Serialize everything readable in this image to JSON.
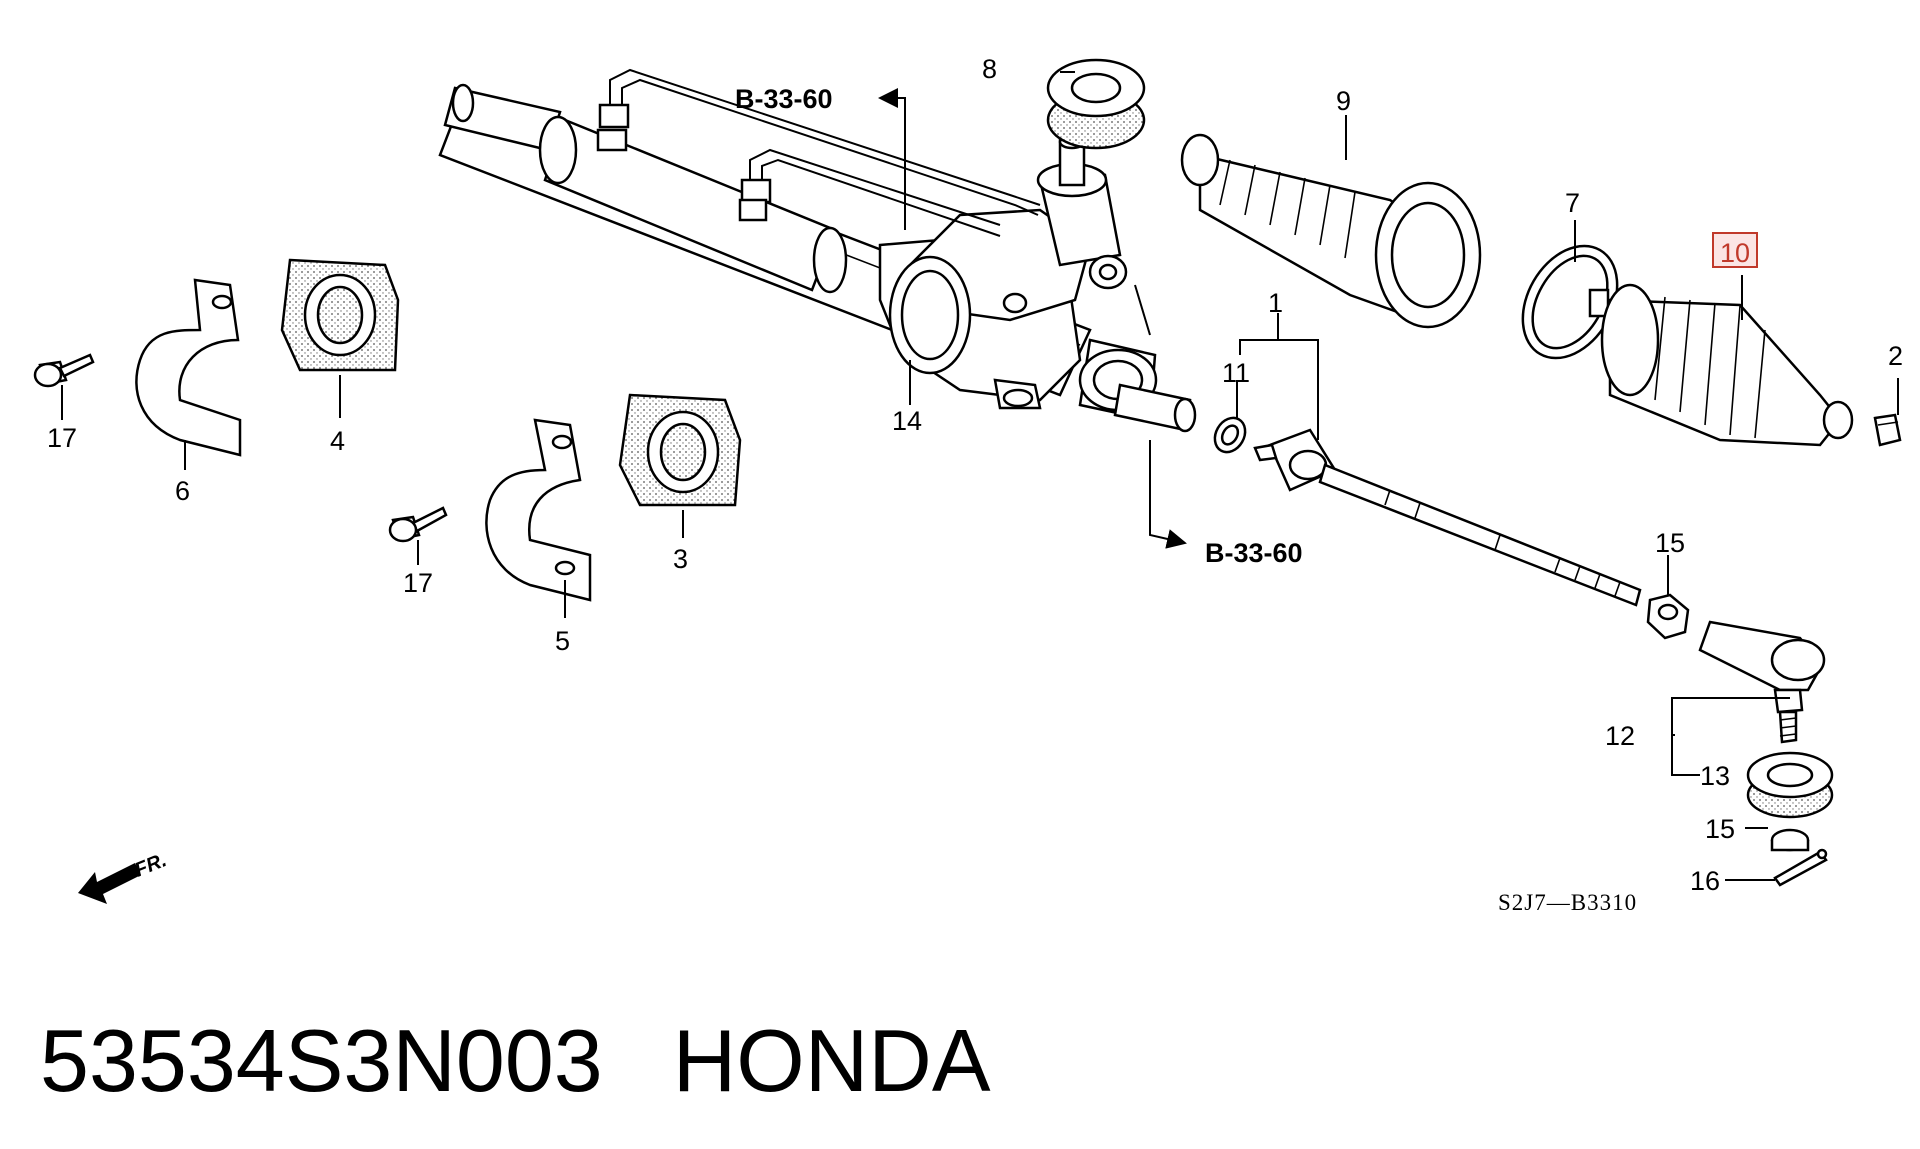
{
  "callouts": {
    "c1": "1",
    "c2": "2",
    "c3": "3",
    "c4": "4",
    "c5": "5",
    "c6": "6",
    "c7": "7",
    "c8": "8",
    "c9": "9",
    "c10": "10",
    "c11": "11",
    "c12": "12",
    "c13": "13",
    "c14": "14",
    "c15a": "15",
    "c15b": "15",
    "c16": "16",
    "c17a": "17",
    "c17b": "17"
  },
  "highlighted_callout": "10",
  "highlight_color": "#c0392b",
  "references": {
    "top": "B-33-60",
    "bottom": "B-33-60"
  },
  "direction_marker": "FR.",
  "diagram_code": "S2J7—B3310",
  "caption": {
    "part_number": "53534S3N003",
    "brand": "HONDA"
  }
}
